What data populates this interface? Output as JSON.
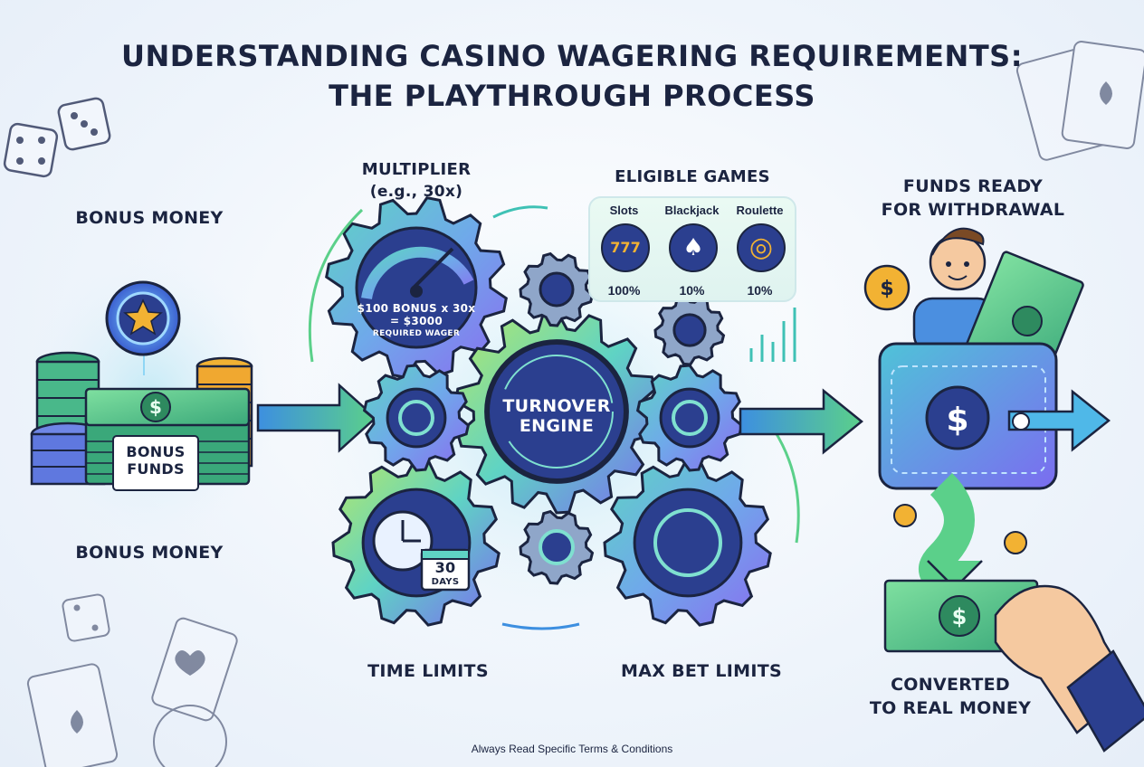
{
  "title": {
    "line1": "UNDERSTANDING CASINO WAGERING REQUIREMENTS:",
    "line2": "THE PLAYTHROUGH PROCESS"
  },
  "left": {
    "top_label": "BONUS MONEY",
    "bottom_label": "BONUS MONEY",
    "bill_label_line1": "BONUS",
    "bill_label_line2": "FUNDS"
  },
  "multiplier": {
    "label_line1": "MULTIPLIER",
    "label_line2": "(e.g., 30x)",
    "gauge_line1": "$100 BONUS x 30x",
    "gauge_line2": "= $3000",
    "gauge_line3": "REQUIRED WAGER"
  },
  "engine": {
    "line1": "TURNOVER",
    "line2": "ENGINE"
  },
  "eligible_games": {
    "label": "ELIGIBLE GAMES",
    "games": [
      {
        "name": "Slots",
        "contribution": "100%",
        "icon": "slot-machine-icon"
      },
      {
        "name": "Blackjack",
        "contribution": "10%",
        "icon": "playing-cards-icon"
      },
      {
        "name": "Roulette",
        "contribution": "10%",
        "icon": "roulette-wheel-icon"
      }
    ]
  },
  "time_limits": {
    "label": "TIME LIMITS",
    "calendar_number": "30",
    "calendar_unit": "DAYS"
  },
  "max_bet": {
    "label": "MAX BET LIMITS"
  },
  "right": {
    "top_label_line1": "FUNDS READY",
    "top_label_line2": "FOR WITHDRAWAL",
    "bottom_label_line1": "CONVERTED",
    "bottom_label_line2": "TO REAL MONEY"
  },
  "footer": "Always Read Specific Terms & Conditions",
  "colors": {
    "navy": "#1b2440",
    "teal": "#3fc1b5",
    "green": "#5bd08a",
    "purple": "#7b6cf0",
    "blue": "#3d8fe0",
    "gold": "#f2b233"
  }
}
